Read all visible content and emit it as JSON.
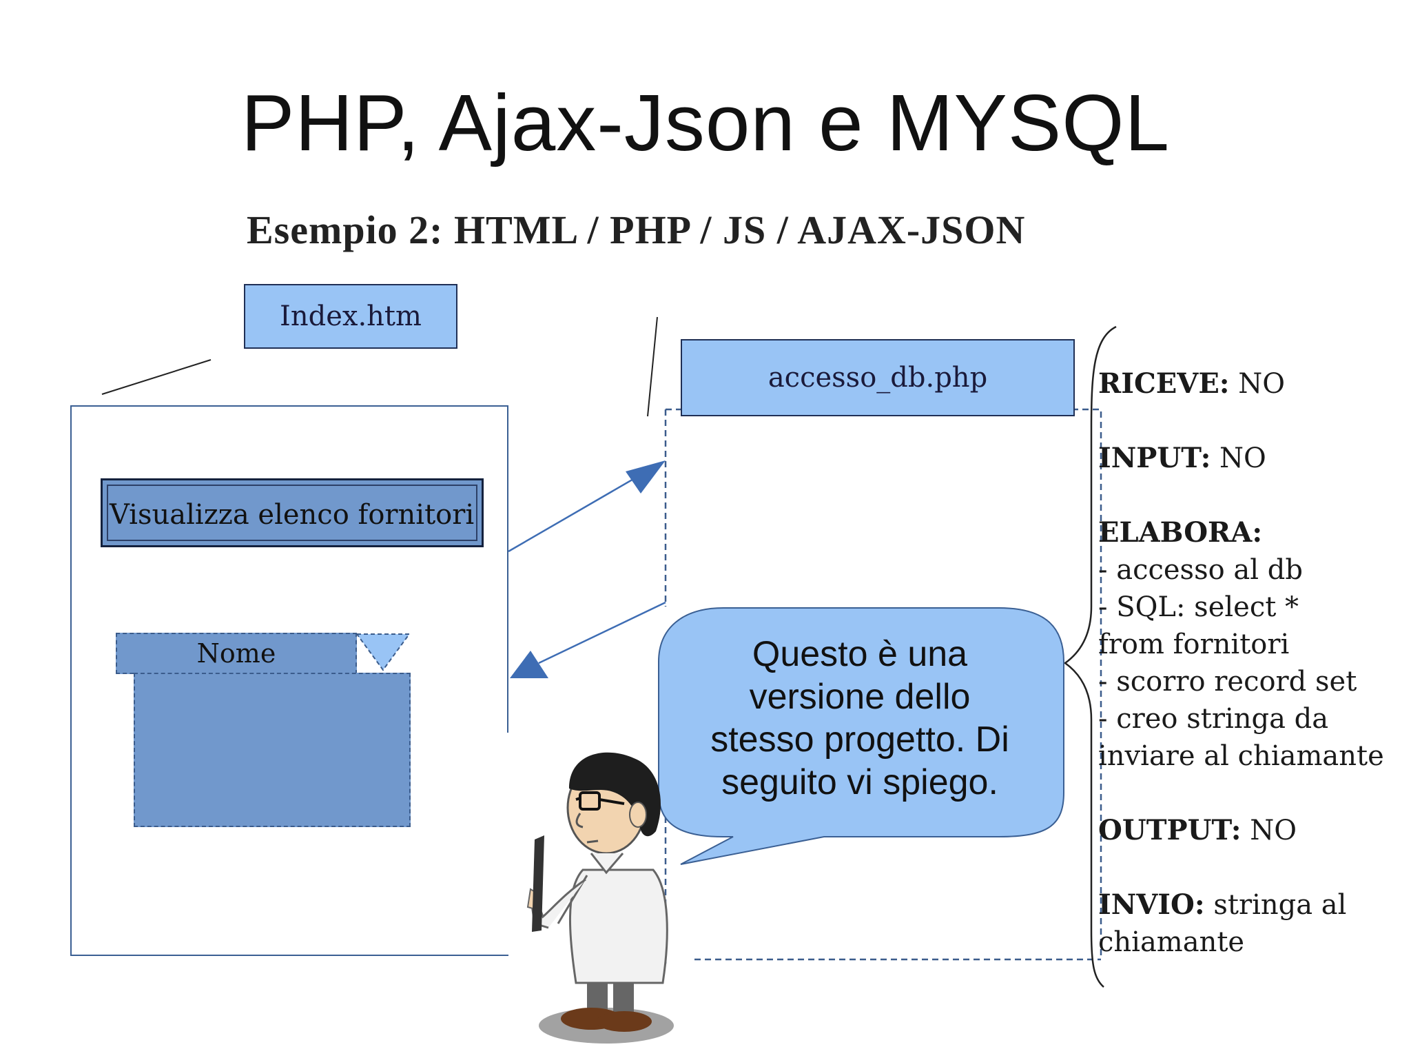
{
  "slide": {
    "title": "PHP, Ajax-Json e MYSQL",
    "subtitle": "Esempio 2: HTML / PHP / JS / AJAX-JSON"
  },
  "diagram": {
    "index_file": "Index.htm",
    "server_file": "accesso_db.php",
    "button_label": "Visualizza elenco fornitori",
    "combo_label": "Nome",
    "colors": {
      "box_fill": "#99c4f5",
      "control_fill": "#7198cc",
      "arrow": "#3e6db4",
      "frame": "#3a5f93"
    }
  },
  "notes": {
    "riceve_label": "RICEVE:",
    "riceve_value": " NO",
    "input_label": "INPUT:",
    "input_value": " NO",
    "elabora_label": "ELABORA:",
    "elabora_lines": [
      "- accesso al db",
      "- SQL: select *",
      "from fornitori",
      "- scorro record set",
      "- creo stringa da",
      "inviare al chiamante"
    ],
    "output_label": "OUTPUT:",
    "output_value": " NO",
    "invio_label": "INVIO:",
    "invio_value": " stringa al",
    "invio_value_2": "chiamante"
  },
  "bubble": {
    "lines": [
      "Questo è una",
      "versione dello",
      "stesso progetto. Di",
      "seguito vi spiego."
    ]
  }
}
